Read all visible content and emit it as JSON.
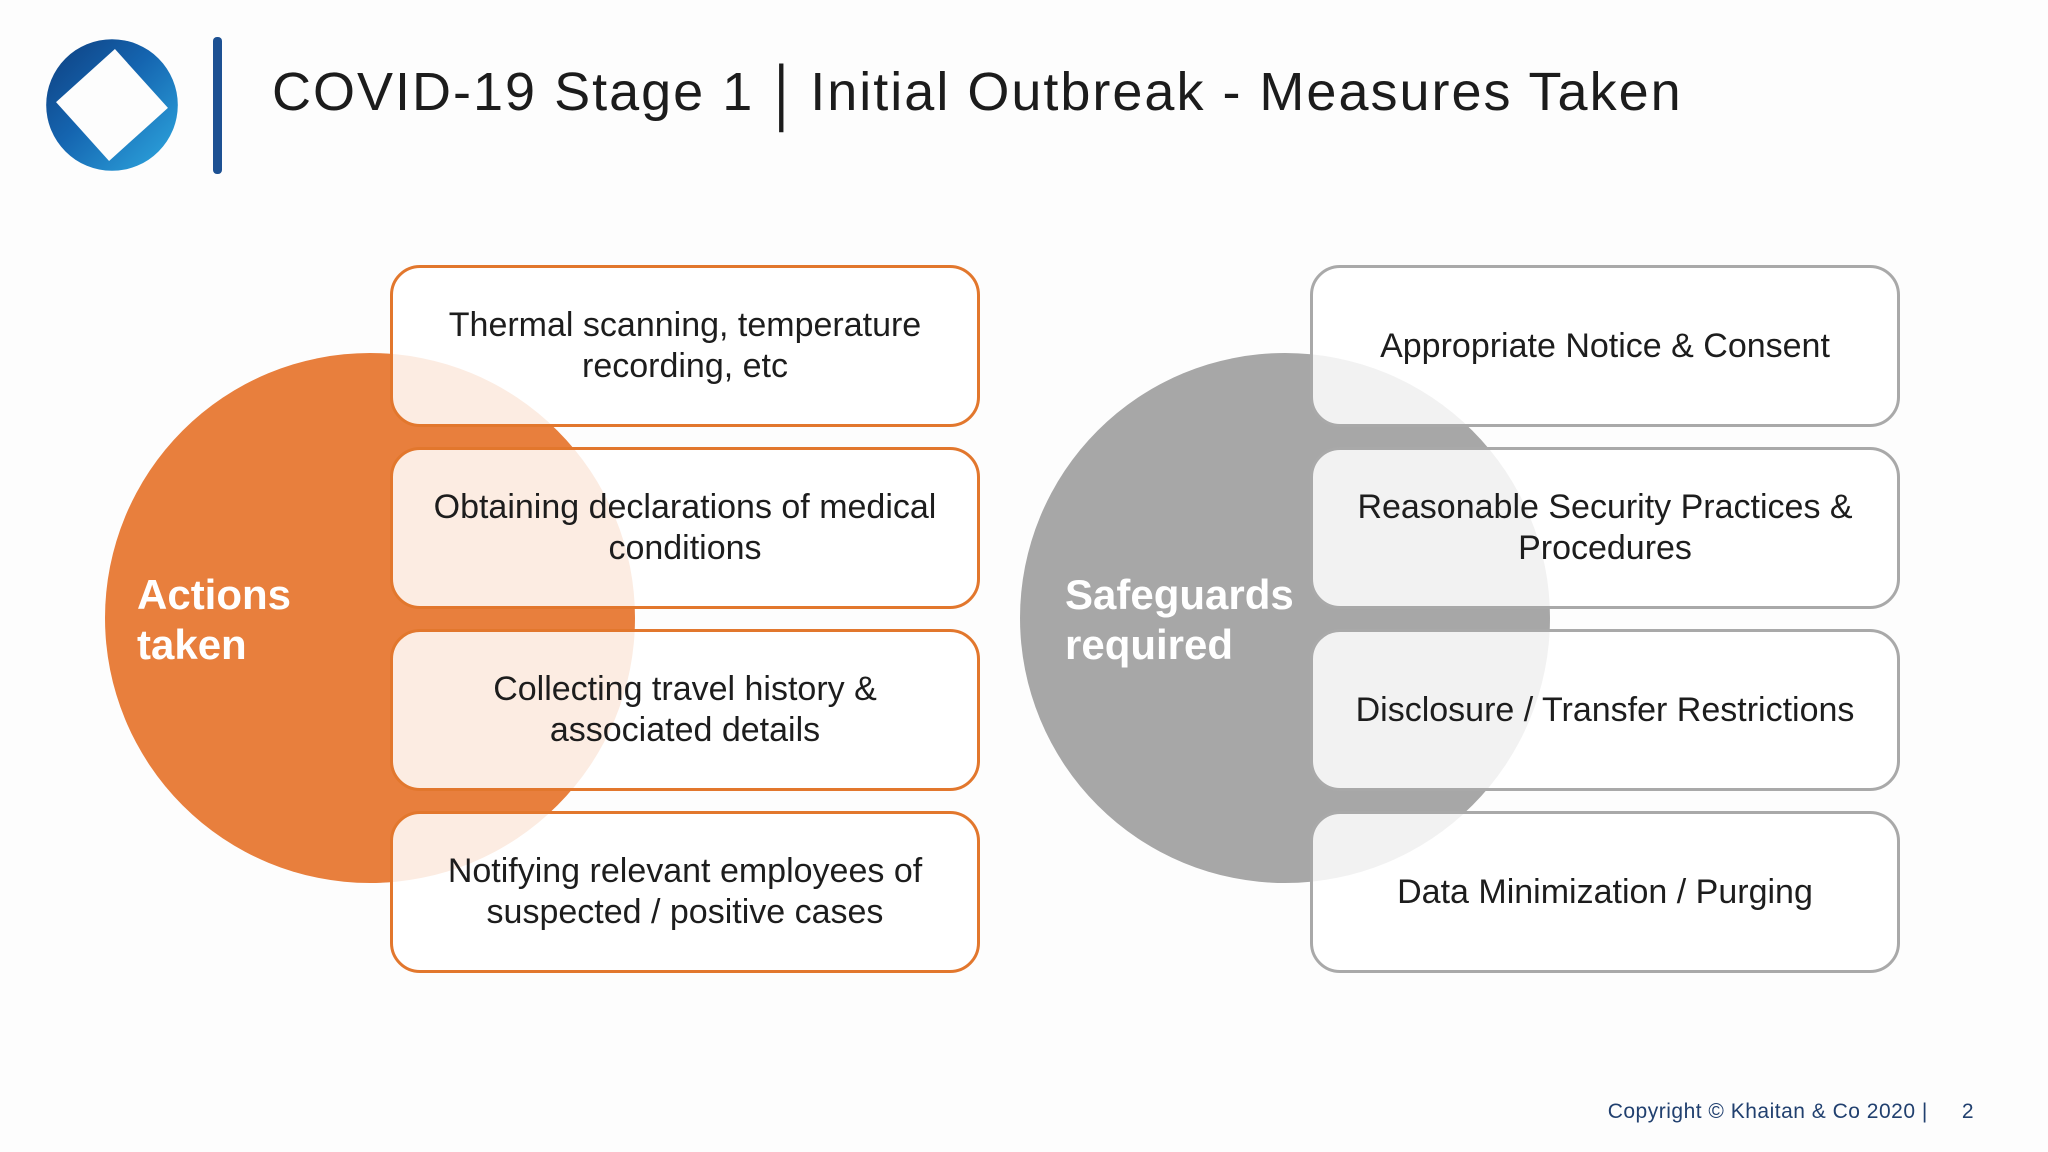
{
  "header": {
    "title_left": "COVID-19 Stage 1",
    "title_separator": "|",
    "title_right": "Initial Outbreak - Measures Taken"
  },
  "diagram": {
    "left": {
      "label": "Actions taken",
      "items": [
        "Thermal scanning, temperature recording, etc",
        "Obtaining declarations of medical conditions",
        "Collecting travel history & associated details",
        "Notifying relevant employees of suspected / positive cases"
      ]
    },
    "right": {
      "label": "Safeguards required",
      "items": [
        "Appropriate Notice & Consent",
        "Reasonable Security Practices & Procedures",
        "Disclosure / Transfer Restrictions",
        "Data Minimization / Purging"
      ]
    }
  },
  "footer": {
    "copyright": "Copyright © Khaitan & Co 2020 |",
    "page_number": "2"
  },
  "colors": {
    "orange": "#E87F3D",
    "orange-border": "#E2772D",
    "gray": "#A7A7A7",
    "gray-border": "#A9A9A9",
    "navy": "#1D5193",
    "footer-navy": "#21406F",
    "ink": "#1C1C1C"
  }
}
